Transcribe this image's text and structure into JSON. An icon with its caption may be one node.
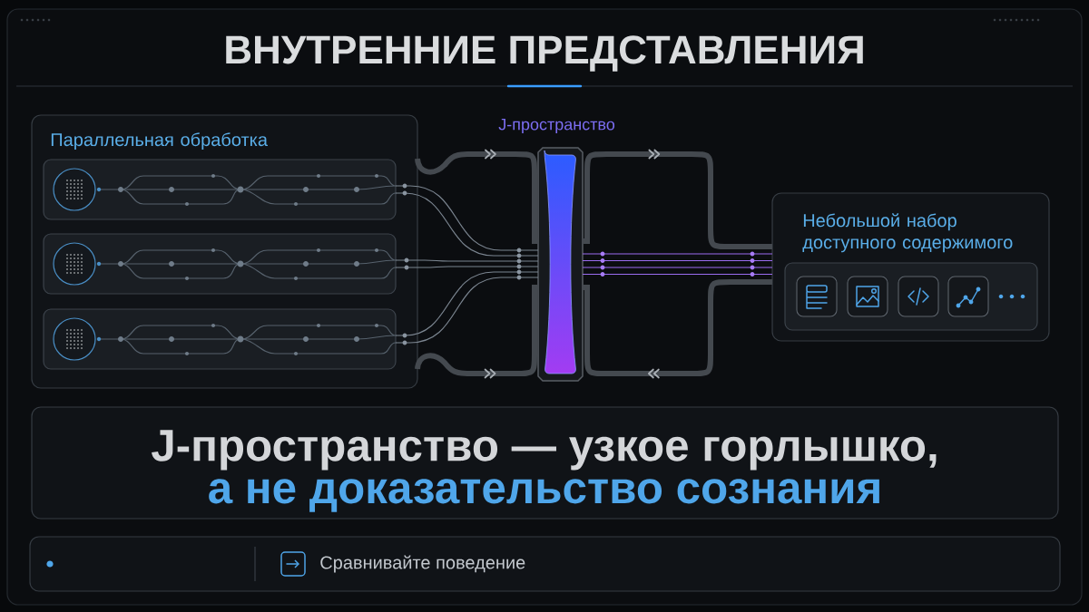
{
  "diagram": {
    "title": "ВНУТРЕННИЕ ПРЕДСТАВЛЕНИЯ",
    "nodes": [
      {
        "text": [
          "Параллельная обработка"
        ]
      },
      {
        "text": [],
        "shape": "box",
        "in": 0
      },
      {
        "text": [],
        "shape": "box",
        "in": 0
      },
      {
        "text": [],
        "shape": "box",
        "in": 0
      },
      {
        "text": [
          "J-пространство"
        ]
      },
      {
        "text": [
          "Небольшой набор доступного содержимого"
        ]
      },
      {
        "text": [],
        "shape": "box",
        "in": 5
      },
      {
        "text": [
          "J-пространство — узкое горлышко,",
          "а не доказательство сознания"
        ]
      },
      {
        "text": [
          "Сравнивайте поведение"
        ]
      }
    ],
    "edges": [
      {
        "from": 0,
        "to": 4,
        "arrow": "to",
        "style": "thick"
      },
      {
        "from": 0,
        "to": 4,
        "arrow": "to",
        "style": "thick"
      },
      {
        "from": 4,
        "to": 5,
        "arrow": "to",
        "style": "thick"
      },
      {
        "from": 5,
        "to": 4,
        "arrow": "to",
        "style": "thick"
      },
      {
        "from": 1,
        "to": 4,
        "arrow": "none"
      },
      {
        "from": 1,
        "to": 4,
        "arrow": "none"
      },
      {
        "from": 2,
        "to": 4,
        "arrow": "none"
      },
      {
        "from": 2,
        "to": 4,
        "arrow": "none"
      },
      {
        "from": 3,
        "to": 4,
        "arrow": "none"
      },
      {
        "from": 3,
        "to": 4,
        "arrow": "none"
      },
      {
        "from": 4,
        "to": 5,
        "arrow": "none",
        "color": "#9b6cf0"
      },
      {
        "from": 4,
        "to": 5,
        "arrow": "none",
        "color": "#9b6cf0"
      },
      {
        "from": 4,
        "to": 5,
        "arrow": "none",
        "color": "#9b6cf0"
      },
      {
        "from": 4,
        "to": 5,
        "arrow": "none",
        "color": "#9b6cf0"
      }
    ]
  }
}
